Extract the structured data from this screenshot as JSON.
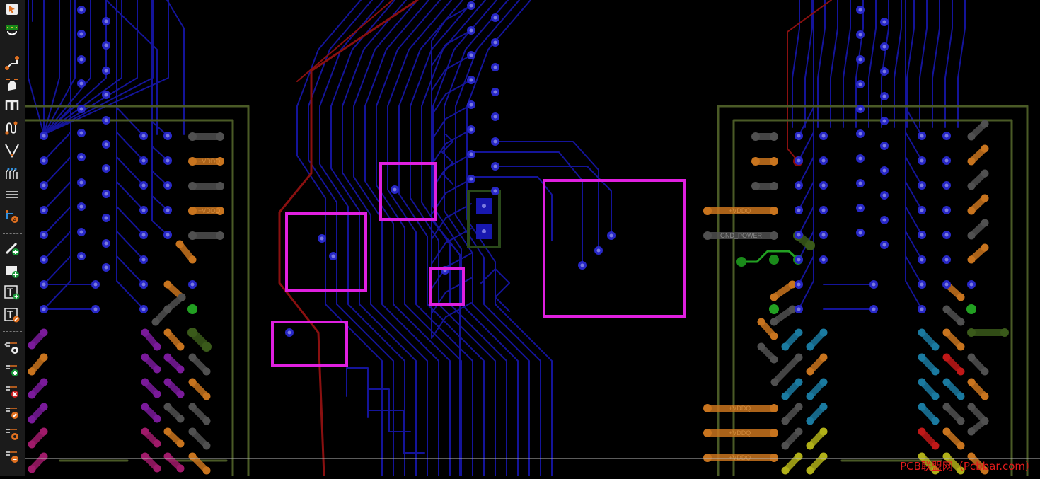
{
  "toolbar": {
    "tools": [
      {
        "name": "select-tool-icon"
      },
      {
        "name": "highlight-net-icon"
      },
      {
        "name": "route-track-icon"
      },
      {
        "name": "interactive-router-icon"
      },
      {
        "name": "route-diff-pair-icon"
      },
      {
        "name": "tune-length-icon"
      },
      {
        "name": "tune-skew-icon"
      },
      {
        "name": "autoroute-icon"
      },
      {
        "name": "align-tracks-icon"
      },
      {
        "name": "route-single-track-icon"
      },
      {
        "name": "add-line-icon"
      },
      {
        "name": "add-zone-icon"
      },
      {
        "name": "add-text-icon"
      },
      {
        "name": "edit-text-icon"
      },
      {
        "name": "net-settings-icon"
      },
      {
        "name": "add-net-icon"
      },
      {
        "name": "delete-net-icon"
      },
      {
        "name": "edit-net-icon"
      },
      {
        "name": "net-inspector-icon"
      },
      {
        "name": "net-list-icon"
      }
    ]
  },
  "board": {
    "net_labels": {
      "vddq": "+VDDQ",
      "gnd_power": "GND_POWER"
    },
    "colors": {
      "background": "#000000",
      "track_blue": "#14149a",
      "track_red": "#8a1010",
      "via": "#2828c8",
      "via_center": "#7a7ae0",
      "silk_green": "#4a5a26",
      "highlight": "#e020e0",
      "pad_orange": "#c8741e",
      "pad_gray": "#505050",
      "pad_purple": "#7a1a9a",
      "pad_magenta": "#a01a6a",
      "pad_cyan": "#1a7aa0",
      "pad_yellow": "#b0b018",
      "pad_green": "#22a022",
      "pad_red": "#c01818"
    }
  },
  "watermark": "PCB联盟网（Pcbbar.com）"
}
